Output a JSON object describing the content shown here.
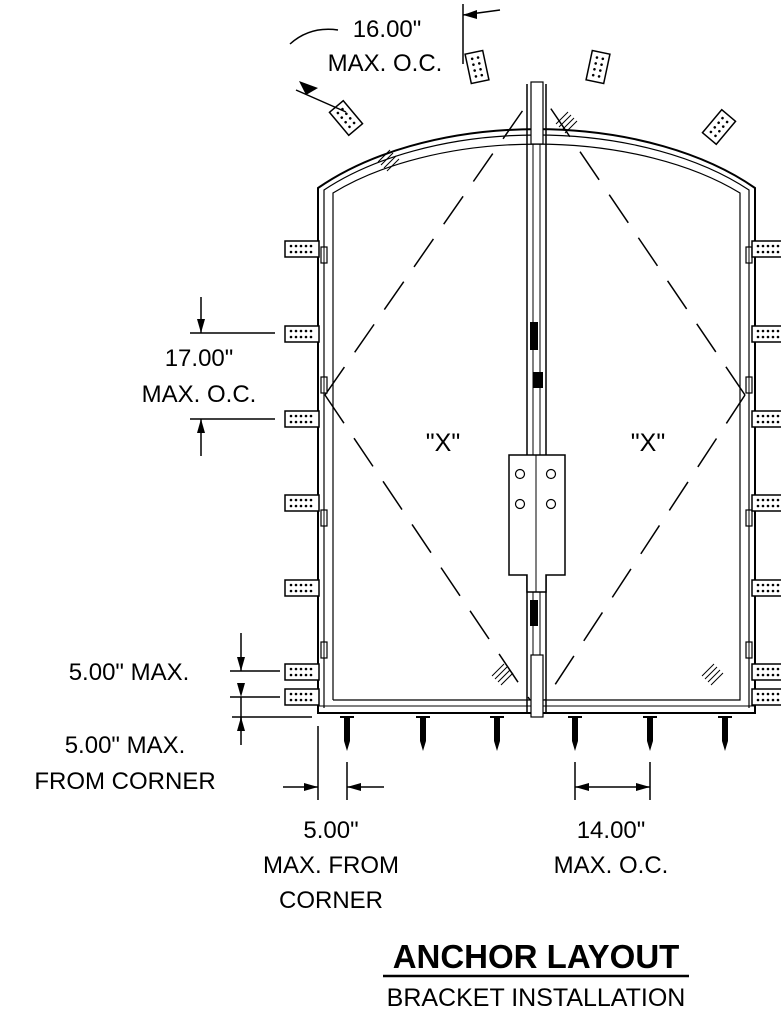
{
  "diagram": {
    "door_labels": {
      "left": "\"X\"",
      "right": "\"X\""
    },
    "dimensions": {
      "arch_spacing": {
        "line1": "16.00\"",
        "line2": "MAX. O.C."
      },
      "side_spacing": {
        "line1": "17.00\"",
        "line2": "MAX. O.C."
      },
      "side_edge": "5.00\" MAX.",
      "side_corner": {
        "line1": "5.00\" MAX.",
        "line2": "FROM CORNER"
      },
      "bottom_corner": {
        "line1": "5.00\"",
        "line2": "MAX. FROM",
        "line3": "CORNER"
      },
      "bottom_spacing": {
        "line1": "14.00\"",
        "line2": "MAX. O.C."
      }
    },
    "title": "ANCHOR LAYOUT",
    "subtitle": "BRACKET INSTALLATION"
  }
}
